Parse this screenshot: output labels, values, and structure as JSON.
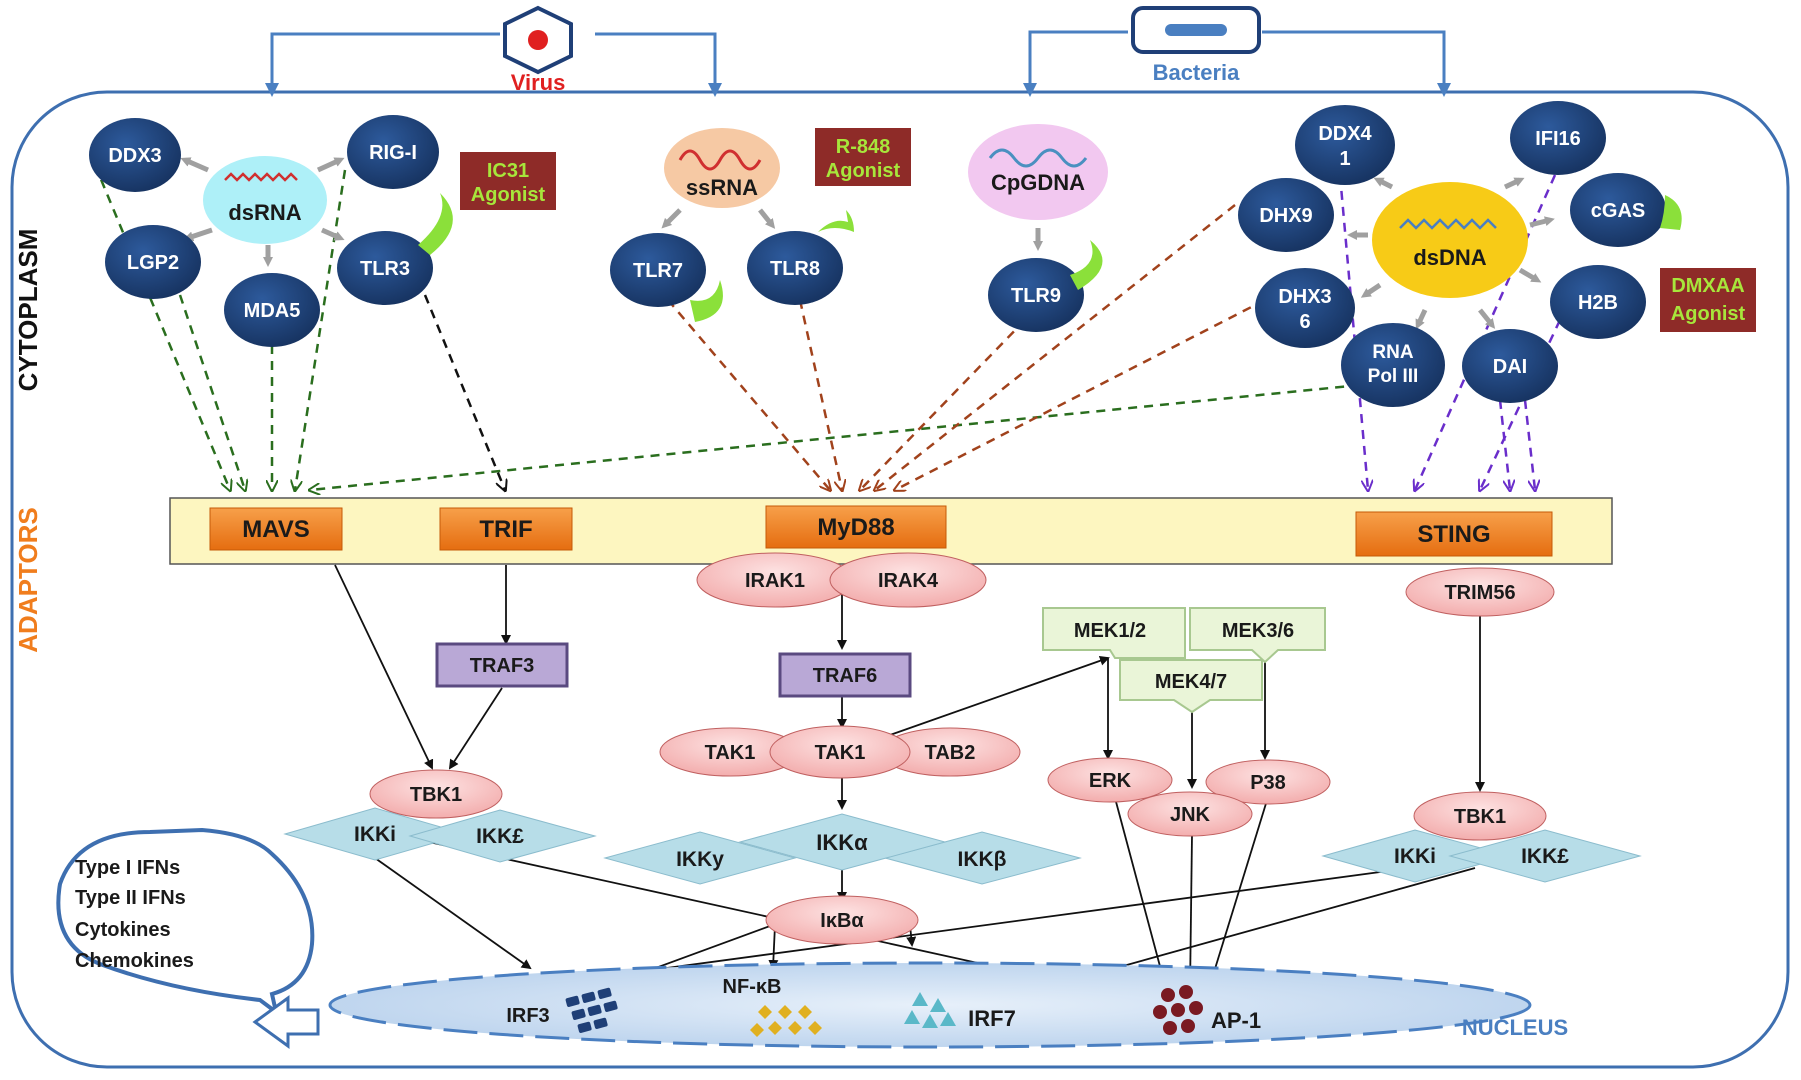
{
  "sources": {
    "virus": "Virus",
    "bacteria": "Bacteria"
  },
  "side_labels": {
    "cytoplasm": "CYTOPLASM",
    "adaptors": "ADAPTORS",
    "nucleus": "NUCLEUS"
  },
  "sensors": {
    "ddx3": "DDX3",
    "rigi": "RIG-I",
    "lgp2": "LGP2",
    "mda5": "MDA5",
    "tlr3": "TLR3",
    "tlr7": "TLR7",
    "tlr8": "TLR8",
    "tlr9": "TLR9",
    "ddx41_l1": "DDX4",
    "ddx41_l2": "1",
    "ifi16": "IFI16",
    "dhx9": "DHX9",
    "cgas": "cGAS",
    "dhx36_l1": "DHX3",
    "dhx36_l2": "6",
    "h2b": "H2B",
    "rnapol_l1": "RNA",
    "rnapol_l2": "Pol III",
    "dai": "DAI"
  },
  "ligands": {
    "dsrna": "dsRNA",
    "ssrna": "ssRNA",
    "cpgdna": "CpGDNA",
    "dsdna": "dsDNA"
  },
  "agonists": {
    "ic31_l1": "IC31",
    "ic31_l2": "Agonist",
    "r848_l1": "R-848",
    "r848_l2": "Agonist",
    "dmxaa_l1": "DMXAA",
    "dmxaa_l2": "Agonist"
  },
  "adaptors": {
    "mavs": "MAVS",
    "trif": "TRIF",
    "myd88": "MyD88",
    "sting": "STING"
  },
  "signaling": {
    "irak1": "IRAK1",
    "irak4": "IRAK4",
    "traf3": "TRAF3",
    "traf6": "TRAF6",
    "tak1_left": "TAK1",
    "tak1": "TAK1",
    "tab2": "TAB2",
    "tbk1_left": "TBK1",
    "ikki_left": "IKKi",
    "ikke_left": "IKK£",
    "ikky": "IKKy",
    "ikka": "IKKα",
    "ikkb": "IKKβ",
    "ikba": "IκBα",
    "mek12": "MEK1/2",
    "mek36": "MEK3/6",
    "mek47": "MEK4/7",
    "erk": "ERK",
    "jnk": "JNK",
    "p38": "P38",
    "trim56": "TRIM56",
    "tbk1_right": "TBK1",
    "ikki_right": "IKKi",
    "ikke_right": "IKK£"
  },
  "nucleus": {
    "irf3": "IRF3",
    "nfkb": "NF-κB",
    "irf7": "IRF7",
    "ap1": "AP-1"
  },
  "outputs": [
    "Type I IFNs",
    "Type II IFNs",
    "Cytokines",
    "Chemokines"
  ],
  "colors": {
    "sensor": "#1f3f77",
    "dsrna": "#aef0f8",
    "ssrna": "#f6c9a4",
    "cpgdna": "#f2c8f0",
    "dsdna": "#f7cb17",
    "agonist": "#8e2b28",
    "agonist_text": "#a7e63b",
    "adaptor": "#f07d1d",
    "adaptor_band": "#fdf6c0",
    "pink": "#f9c6c6",
    "traf": "#b9a8d6",
    "ikk": "#b7dde8",
    "mek": "#eaf5d8",
    "nucleus": "#c9dcf0",
    "cell_border": "#3e6fb0",
    "green_arrow": "#2a6e1e",
    "brown_arrow": "#a1421c",
    "purple_arrow": "#6a2ecb",
    "virus": "#e02020",
    "bacteria": "#4a7fc1"
  }
}
